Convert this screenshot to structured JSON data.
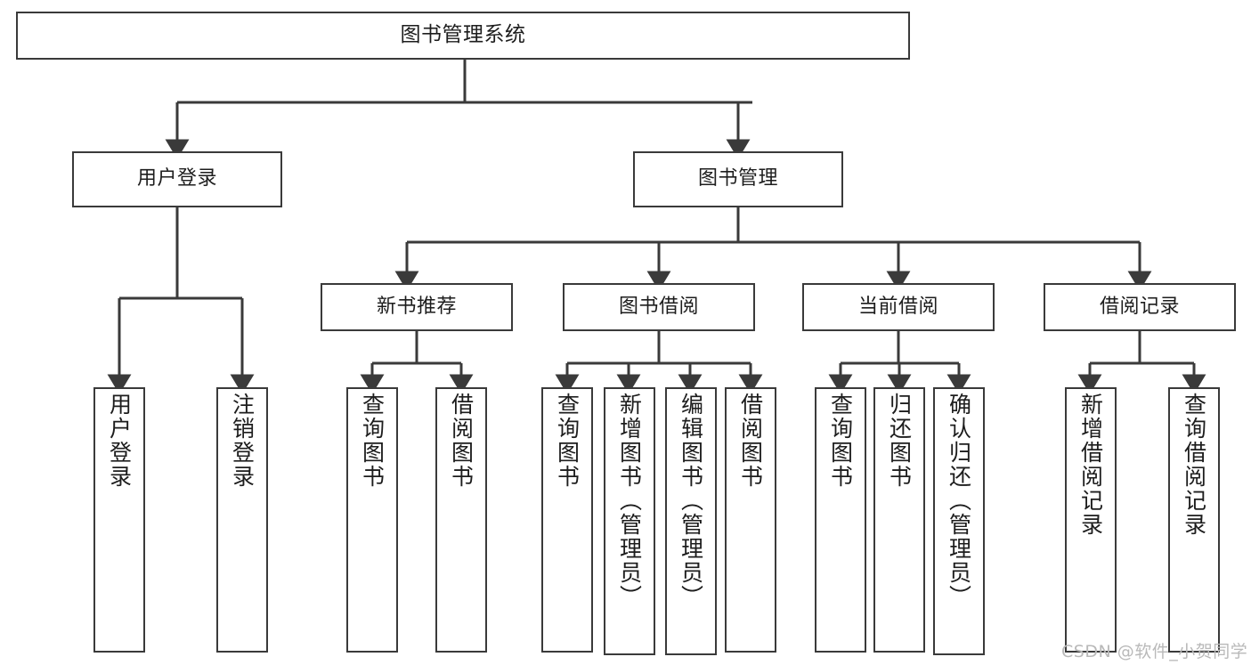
{
  "diagram": {
    "title": "图书管理系统",
    "type": "hierarchy-tree",
    "watermark": "CSDN @软件_小贺同学",
    "nodes": {
      "root": "图书管理系统",
      "level2": {
        "user_login": "用户登录",
        "book_manage": "图书管理"
      },
      "level3": {
        "new_book_recommend": "新书推荐",
        "book_borrow": "图书借阅",
        "current_borrow": "当前借阅",
        "borrow_record": "借阅记录"
      },
      "leaves": {
        "user_login_1": "用户登录",
        "user_login_2": "注销登录",
        "recommend_1": "查询图书",
        "recommend_2": "借阅图书",
        "borrow_1": "查询图书",
        "borrow_2": "新增图书（管理员）",
        "borrow_3": "编辑图书（管理员）",
        "borrow_4": "借阅图书",
        "current_1": "查询图书",
        "current_2": "归还图书",
        "current_3": "确认归还（管理员）",
        "record_1": "新增借阅记录",
        "record_2": "查询借阅记录"
      }
    },
    "colors": {
      "stroke": "#3a3a3a",
      "fill": "#ffffff",
      "text": "#1d1d1d",
      "watermark": "#b9b9b9"
    }
  }
}
